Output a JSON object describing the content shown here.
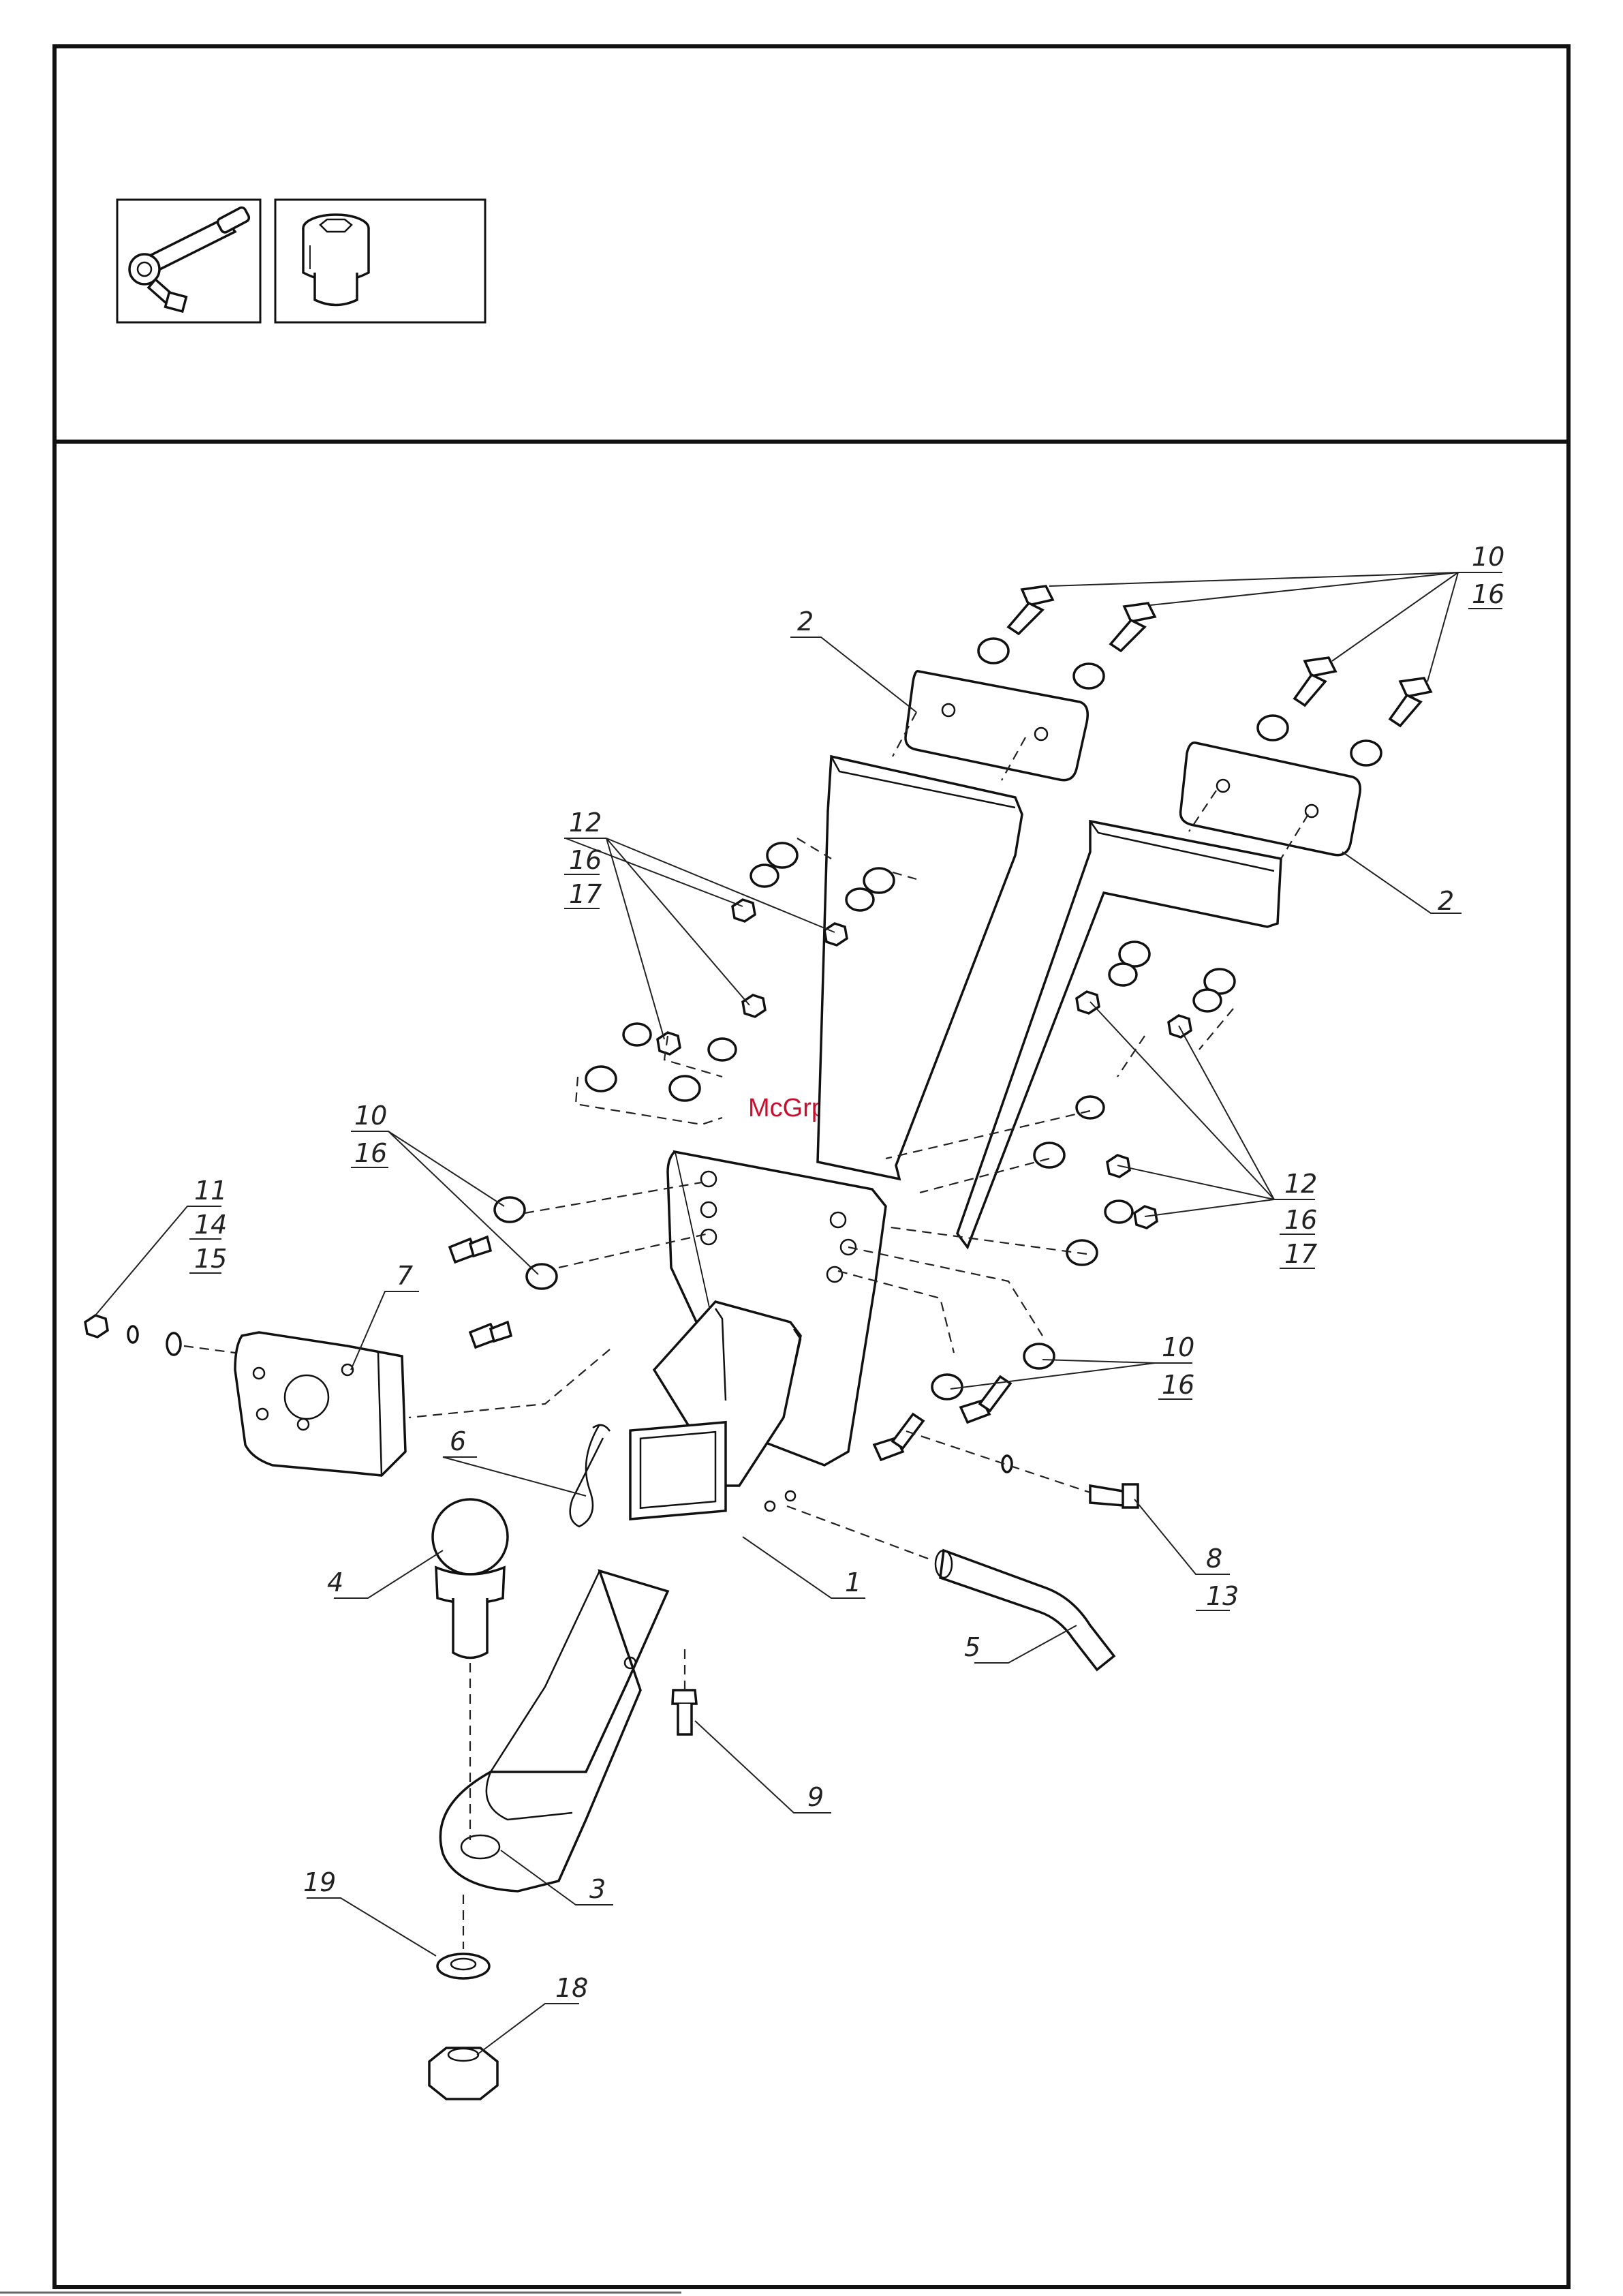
{
  "watermark": "McGrp.Ru",
  "tools": [
    {
      "name": "ratchet-wrench-icon"
    },
    {
      "name": "socket-head-icon"
    }
  ],
  "callouts": {
    "c1": "1",
    "c2a": "2",
    "c2b": "2",
    "c3": "3",
    "c4": "4",
    "c5": "5",
    "c6": "6",
    "c7": "7",
    "c8": "8",
    "c9": "9",
    "c10a": "10",
    "c16a": "16",
    "c10b": "10",
    "c16b": "16",
    "c10c": "10",
    "c16c": "16",
    "c11": "11",
    "c14": "14",
    "c15": "15",
    "c12a": "12",
    "c16d": "16",
    "c17a": "17",
    "c12b": "12",
    "c16e": "16",
    "c17b": "17",
    "c13": "13",
    "c18": "18",
    "c19": "19"
  }
}
